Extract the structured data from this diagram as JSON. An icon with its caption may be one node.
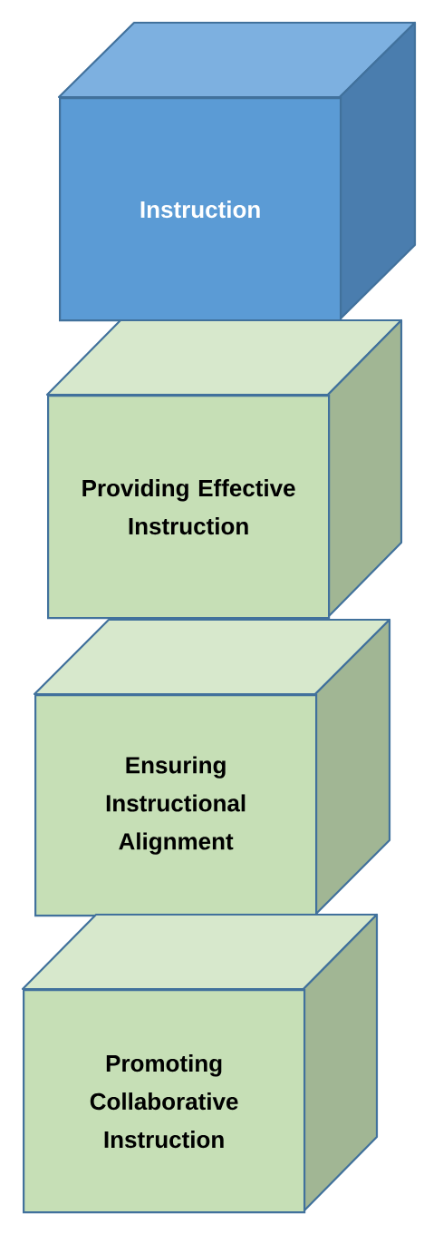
{
  "diagram": {
    "nodes": [
      {
        "text": [
          "Instruction"
        ]
      },
      {
        "text": [
          "Providing Effective Instruction"
        ]
      },
      {
        "text": [
          "Ensuring Instructional Alignment"
        ]
      },
      {
        "text": [
          "Promoting Collaborative Instruction"
        ]
      }
    ]
  }
}
